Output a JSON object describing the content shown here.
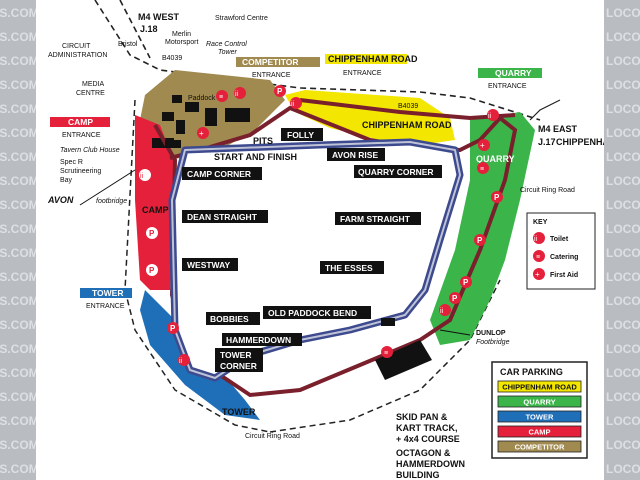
{
  "watermark": "LOCOSTBUILDERS.COM",
  "watermark_left": "DERS.COM",
  "watermark_right": "LOCOST",
  "roads": {
    "m4_west": "M4 WEST",
    "m4_west_junction": "J.18",
    "bristol": "Bristol",
    "b4039_top": "B4039",
    "b4039_mid": "B4039",
    "m4_east": "M4 EAST",
    "m4_east_junction": "J.17",
    "chippenham": "CHIPPENHAM",
    "circuit_ring_road_right": "Circuit Ring Road",
    "circuit_ring_road_bottom": "Circuit Ring Road"
  },
  "buildings": {
    "strawford_centre": "Strawford Centre",
    "circuit_admin_1": "CIRCUIT",
    "circuit_admin_2": "ADMINISTRATION",
    "merlin_1": "Merlin",
    "merlin_2": "Motorsport",
    "race_control_1": "Race Control",
    "race_control_2": "Tower",
    "media_1": "MEDIA",
    "media_2": "CENTRE",
    "paddock": "Paddock",
    "tavern": "Tavern Club House",
    "spec_r": "Spec R",
    "scrutineering": "Scrutineering",
    "bay": "Bay",
    "avon": "AVON",
    "footbridge_left": "footbridge",
    "dunlop": "DUNLOP",
    "footbridge_right": "Footbridge",
    "skid_1": "SKID PAN &",
    "skid_2": "KART TRACK,",
    "skid_3": "+ 4x4 COURSE",
    "octagon_1": "OCTAGON &",
    "octagon_2": "HAMMERDOWN",
    "octagon_3": "BUILDING"
  },
  "entrances": {
    "competitor": "COMPETITOR",
    "competitor_sub": "ENTRANCE",
    "chippenham_road": "CHIPPENHAM ROAD",
    "chippenham_road_sub": "ENTRANCE",
    "quarry": "QUARRY",
    "quarry_sub": "ENTRANCE",
    "camp": "CAMP",
    "camp_sub": "ENTRANCE",
    "tower": "TOWER",
    "tower_sub": "ENTRANCE"
  },
  "areas": {
    "pits": "PITS",
    "chippenham_road": "CHIPPENHAM ROAD",
    "quarry": "QUARRY",
    "camp": "CAMP",
    "tower": "TOWER"
  },
  "corners": {
    "folly": "FOLLY",
    "start_finish": "START AND FINISH",
    "avon_rise": "AVON RISE",
    "camp_corner": "CAMP CORNER",
    "quarry_corner": "QUARRY CORNER",
    "dean_straight": "DEAN STRAIGHT",
    "farm_straight": "FARM STRAIGHT",
    "westway": "WESTWAY",
    "the_esses": "THE ESSES",
    "old_paddock_bend": "OLD PADDOCK BEND",
    "bobbies": "BOBBIES",
    "hammerdown": "HAMMERDOWN",
    "tower_corner_1": "TOWER",
    "tower_corner_2": "CORNER"
  },
  "key": {
    "title": "KEY",
    "toilet": "Toilet",
    "catering": "Catering",
    "first_aid": "First Aid"
  },
  "car_parking": {
    "title": "CAR PARKING",
    "items": [
      {
        "label": "CHIPPENHAM ROAD",
        "color": "#f3e600",
        "text_color": "#111111"
      },
      {
        "label": "QUARRY",
        "color": "#3bb54a",
        "text_color": "#ffffff"
      },
      {
        "label": "TOWER",
        "color": "#1f6fb8",
        "text_color": "#ffffff"
      },
      {
        "label": "CAMP",
        "color": "#e4203a",
        "text_color": "#ffffff"
      },
      {
        "label": "COMPETITOR",
        "color": "#a08a4f",
        "text_color": "#ffffff"
      }
    ]
  },
  "colors": {
    "track": "#3d4a8e",
    "ring_road": "#7a1f2c",
    "chippenham": "#f3e600",
    "quarry": "#3bb54a",
    "tower": "#1f6fb8",
    "camp": "#e4203a",
    "competitor": "#a08a4f",
    "toilet": "#e4203a"
  },
  "icons": {
    "parking": "P"
  }
}
